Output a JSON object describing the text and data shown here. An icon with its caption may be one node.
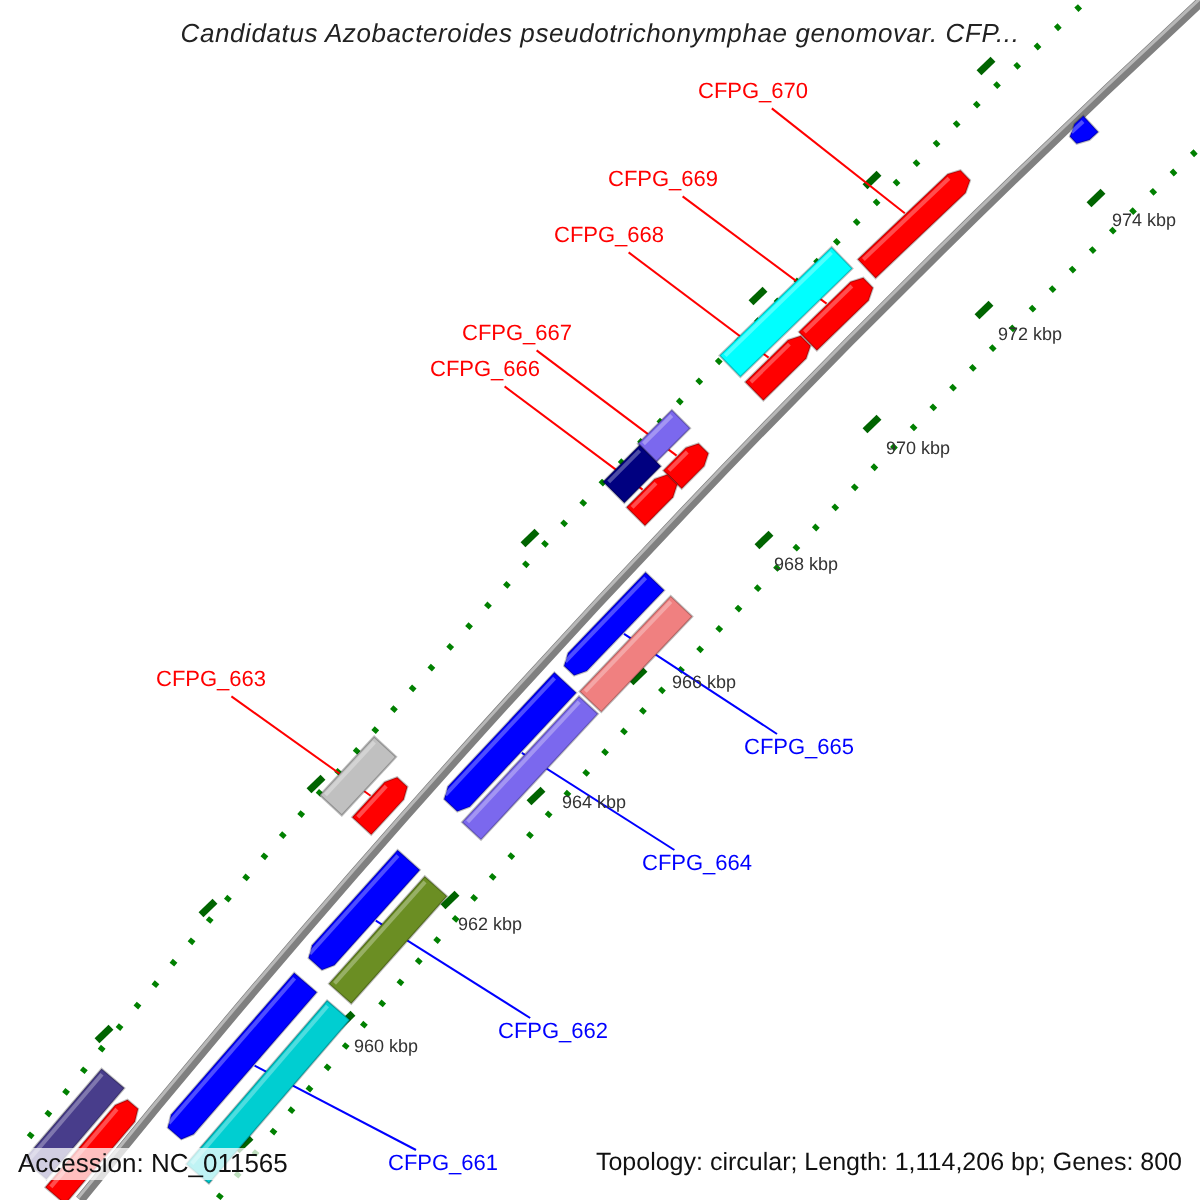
{
  "diagram": {
    "title": "Candidatus Azobacteroides pseudotrichonymphae genomovar. CFP...",
    "nodes": [
      {
        "text": [
          "CFPG_670"
        ]
      },
      {
        "text": [
          "CFPG_669"
        ]
      },
      {
        "text": [
          "CFPG_668"
        ]
      },
      {
        "text": [
          "CFPG_667"
        ]
      },
      {
        "text": [
          "CFPG_666"
        ]
      },
      {
        "text": [
          "CFPG_663"
        ]
      },
      {
        "text": [
          "CFPG_665"
        ]
      },
      {
        "text": [
          "CFPG_664"
        ]
      },
      {
        "text": [
          "CFPG_662"
        ]
      },
      {
        "text": [
          "CFPG_661"
        ]
      },
      {
        "text": [],
        "shape": "arrow"
      },
      {
        "text": [],
        "shape": "arrow"
      },
      {
        "text": [],
        "shape": "box"
      },
      {
        "text": [],
        "shape": "arrow"
      },
      {
        "text": [],
        "shape": "arrow"
      },
      {
        "text": [],
        "shape": "box"
      },
      {
        "text": [],
        "shape": "box"
      },
      {
        "text": [],
        "shape": "arrow"
      },
      {
        "text": [],
        "shape": "arrow"
      },
      {
        "text": [],
        "shape": "arrow"
      },
      {
        "text": [],
        "shape": "box"
      },
      {
        "text": [],
        "shape": "arrow"
      },
      {
        "text": [],
        "shape": "box"
      },
      {
        "text": [],
        "shape": "box"
      },
      {
        "text": [],
        "shape": "arrow"
      },
      {
        "text": [],
        "shape": "arrow"
      },
      {
        "text": [],
        "shape": "box"
      },
      {
        "text": [],
        "shape": "arrow"
      },
      {
        "text": [],
        "shape": "box"
      },
      {
        "text": [],
        "shape": "box"
      },
      {
        "text": [],
        "shape": "arrow"
      }
    ],
    "edges": [
      {
        "from": 0,
        "to": 11,
        "arrow": "none"
      },
      {
        "from": 1,
        "to": 13,
        "arrow": "none"
      },
      {
        "from": 2,
        "to": 14,
        "arrow": "none"
      },
      {
        "from": 3,
        "to": 17,
        "arrow": "none"
      },
      {
        "from": 4,
        "to": 18,
        "arrow": "none"
      },
      {
        "from": 5,
        "to": 24,
        "arrow": "none"
      },
      {
        "from": 6,
        "to": 19,
        "arrow": "none",
        "color": "#0000ff"
      },
      {
        "from": 7,
        "to": 21,
        "arrow": "none",
        "color": "#0000ff"
      },
      {
        "from": 8,
        "to": 25,
        "arrow": "none",
        "color": "#0000ff"
      },
      {
        "from": 9,
        "to": 27,
        "arrow": "none",
        "color": "#0000ff"
      }
    ],
    "labels": [
      "974 kbp",
      "972 kbp",
      "970 kbp",
      "968 kbp",
      "966 kbp",
      "964 kbp",
      "962 kbp",
      "960 kbp",
      "Accession: NC_011565",
      "Topology: circular; Length: 1,114,206 bp; Genes: 800"
    ]
  }
}
